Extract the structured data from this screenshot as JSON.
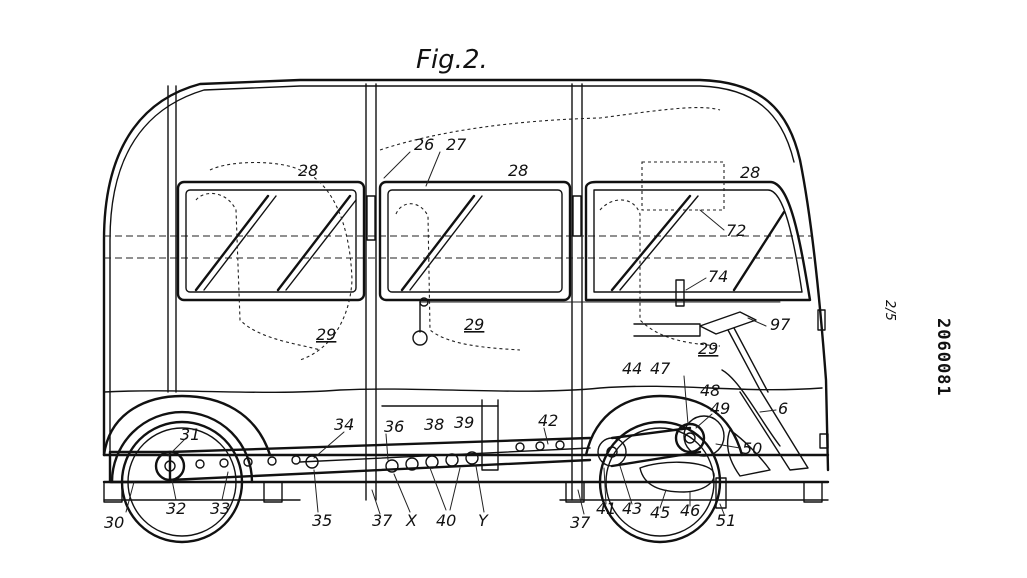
{
  "figure": {
    "title": "Fig.2.",
    "sheet_number": "2/5",
    "document_number": "2060081"
  },
  "labels": [
    {
      "id": "l26",
      "text": "26"
    },
    {
      "id": "l27",
      "text": "27"
    },
    {
      "id": "l28a",
      "text": "28"
    },
    {
      "id": "l28b",
      "text": "28"
    },
    {
      "id": "l28c",
      "text": "28"
    },
    {
      "id": "l72",
      "text": "72"
    },
    {
      "id": "l74",
      "text": "74"
    },
    {
      "id": "l97",
      "text": "97"
    },
    {
      "id": "l29a",
      "text": "29"
    },
    {
      "id": "l29b",
      "text": "29"
    },
    {
      "id": "l29c",
      "text": "29"
    },
    {
      "id": "l44",
      "text": "44"
    },
    {
      "id": "l47",
      "text": "47"
    },
    {
      "id": "l48",
      "text": "48"
    },
    {
      "id": "l49",
      "text": "49"
    },
    {
      "id": "l6",
      "text": "6"
    },
    {
      "id": "l50",
      "text": "50"
    },
    {
      "id": "l31",
      "text": "31"
    },
    {
      "id": "l34",
      "text": "34"
    },
    {
      "id": "l36",
      "text": "36"
    },
    {
      "id": "l38",
      "text": "38"
    },
    {
      "id": "l39",
      "text": "39"
    },
    {
      "id": "l42",
      "text": "42"
    },
    {
      "id": "l30",
      "text": "30"
    },
    {
      "id": "l32",
      "text": "32"
    },
    {
      "id": "l33",
      "text": "33"
    },
    {
      "id": "l35",
      "text": "35"
    },
    {
      "id": "l37a",
      "text": "37"
    },
    {
      "id": "lX",
      "text": "X"
    },
    {
      "id": "l40",
      "text": "40"
    },
    {
      "id": "lY",
      "text": "Y"
    },
    {
      "id": "l37b",
      "text": "37"
    },
    {
      "id": "l41",
      "text": "41"
    },
    {
      "id": "l43",
      "text": "43"
    },
    {
      "id": "l45",
      "text": "45"
    },
    {
      "id": "l46",
      "text": "46"
    },
    {
      "id": "l51",
      "text": "51"
    }
  ]
}
